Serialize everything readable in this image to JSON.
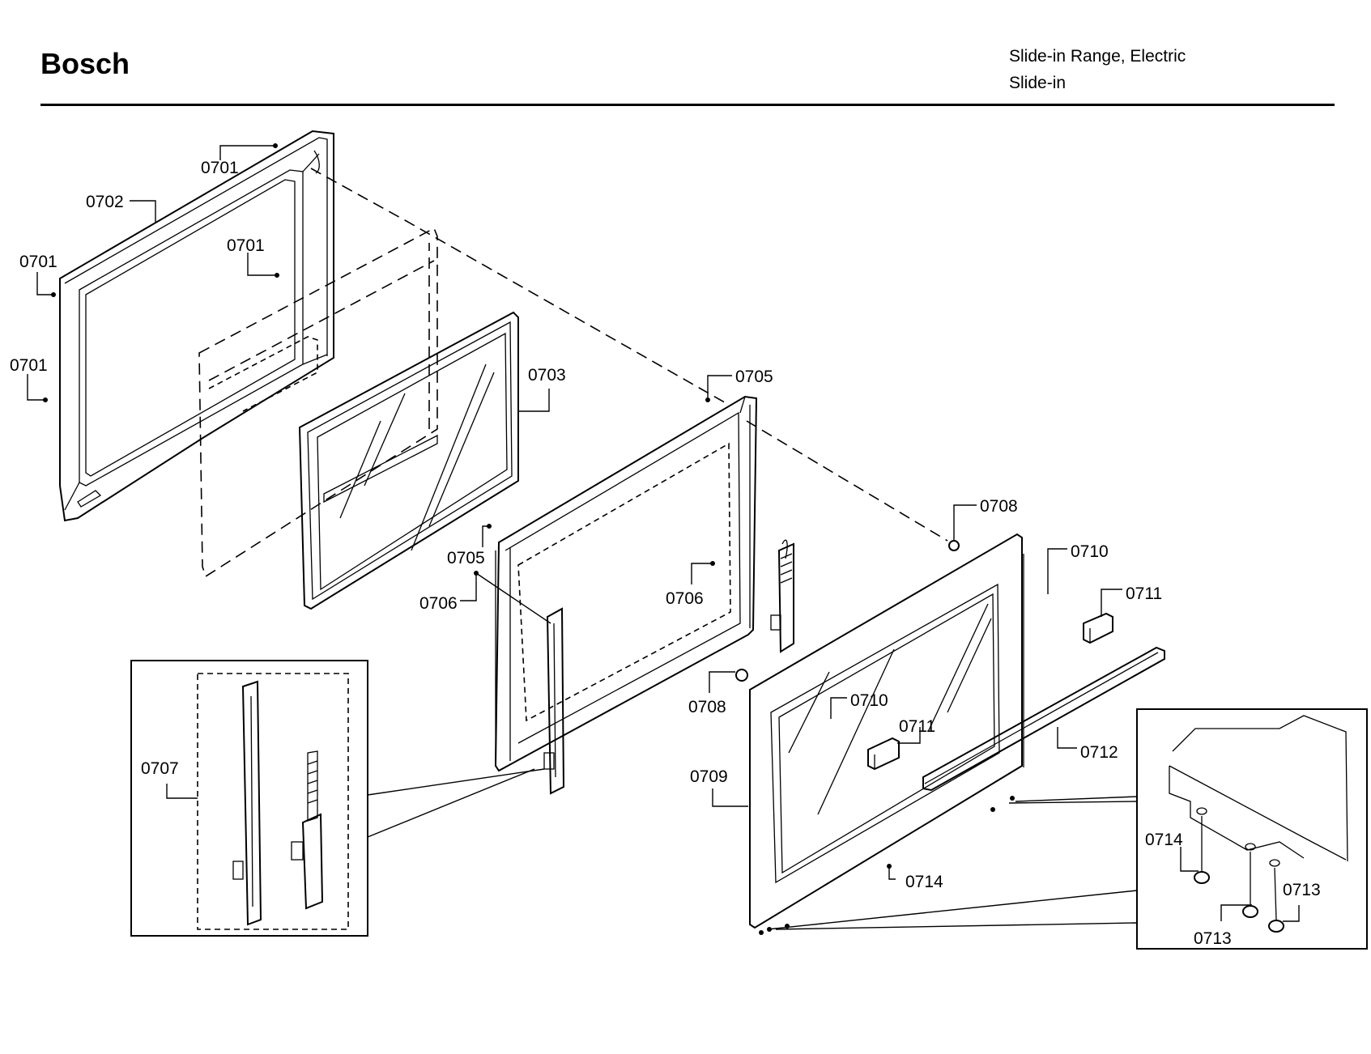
{
  "header": {
    "brand": "Bosch",
    "line1": "Slide-in Range, Electric",
    "line2": "Slide-in"
  },
  "callouts": {
    "c0701a": "0701",
    "c0701b": "0701",
    "c0701c": "0701",
    "c0701d": "0701",
    "c0702": "0702",
    "c0703": "0703",
    "c0705a": "0705",
    "c0705b": "0705",
    "c0706a": "0706",
    "c0706b": "0706",
    "c0707": "0707",
    "c0708a": "0708",
    "c0708b": "0708",
    "c0709": "0709",
    "c0710a": "0710",
    "c0710b": "0710",
    "c0711a": "0711",
    "c0711b": "0711",
    "c0712": "0712",
    "c0713a": "0713",
    "c0713b": "0713",
    "c0714a": "0714",
    "c0714b": "0714"
  }
}
